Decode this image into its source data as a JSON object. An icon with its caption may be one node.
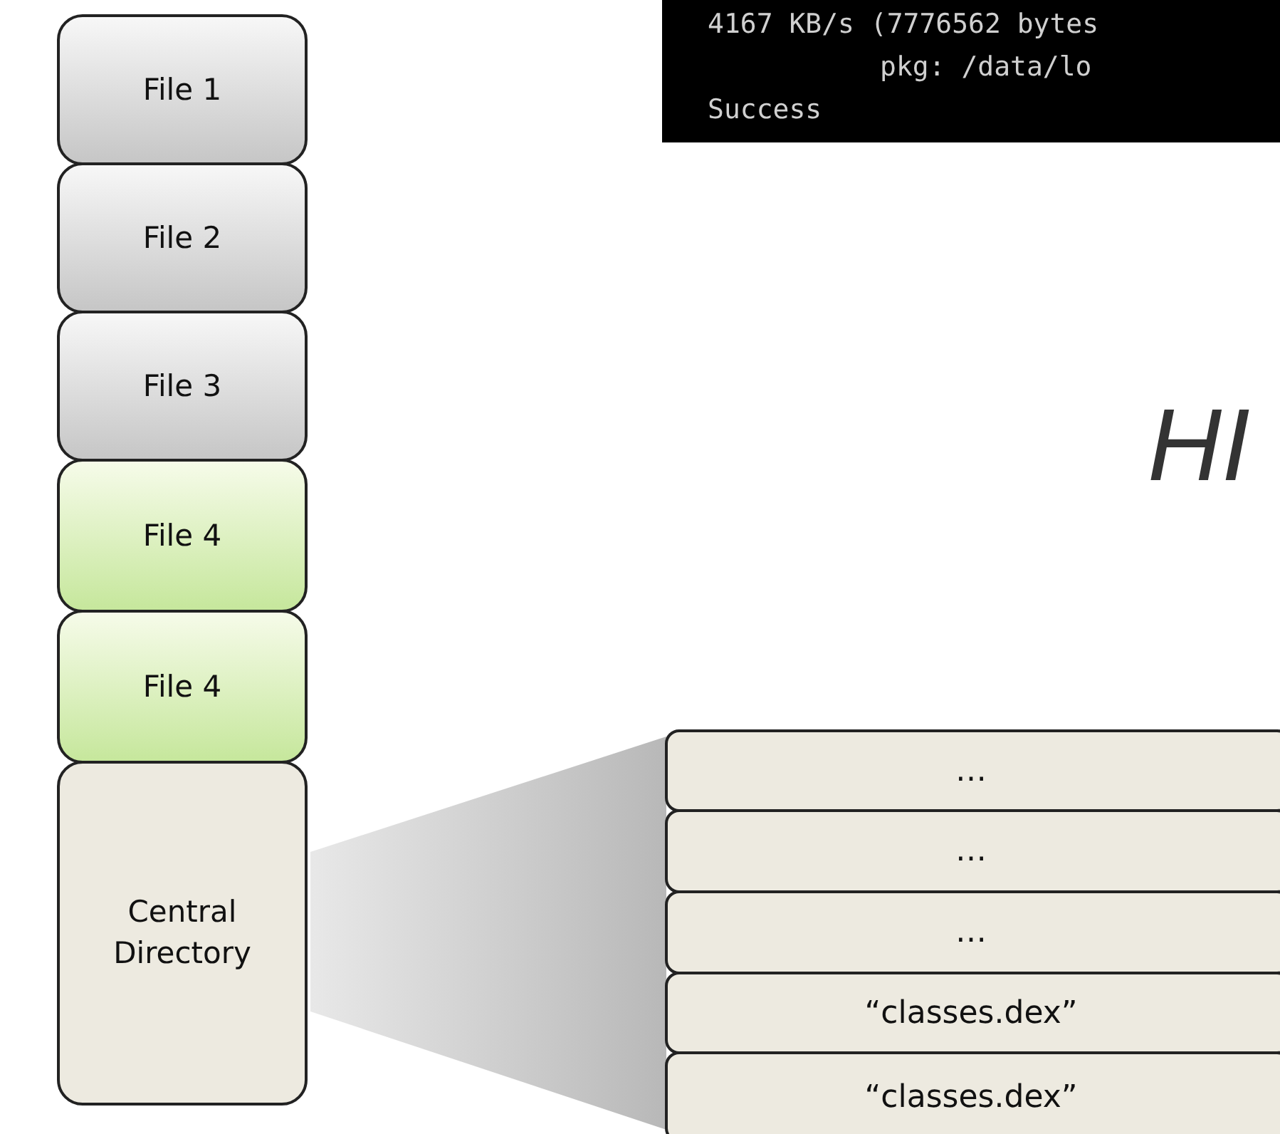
{
  "diagram": {
    "nodes": [
      {
        "text": [
          "File 1"
        ]
      },
      {
        "text": [
          "File 2"
        ]
      },
      {
        "text": [
          "File 3"
        ]
      },
      {
        "text": [
          "File 4"
        ]
      },
      {
        "text": [
          "File 4"
        ]
      },
      {
        "text": [
          "Central Directory"
        ]
      },
      {
        "text": [
          "…"
        ]
      },
      {
        "text": [
          "…"
        ]
      },
      {
        "text": [
          "…"
        ]
      },
      {
        "text": [
          "“classes.dex”"
        ]
      },
      {
        "text": [
          "“classes.dex”"
        ]
      },
      {
        "text": [],
        "shape": "wedge"
      }
    ],
    "labels": [
      "4167 KB/s (7776562 bytes",
      "pkg: /data/lo",
      "Success",
      "HI"
    ]
  }
}
